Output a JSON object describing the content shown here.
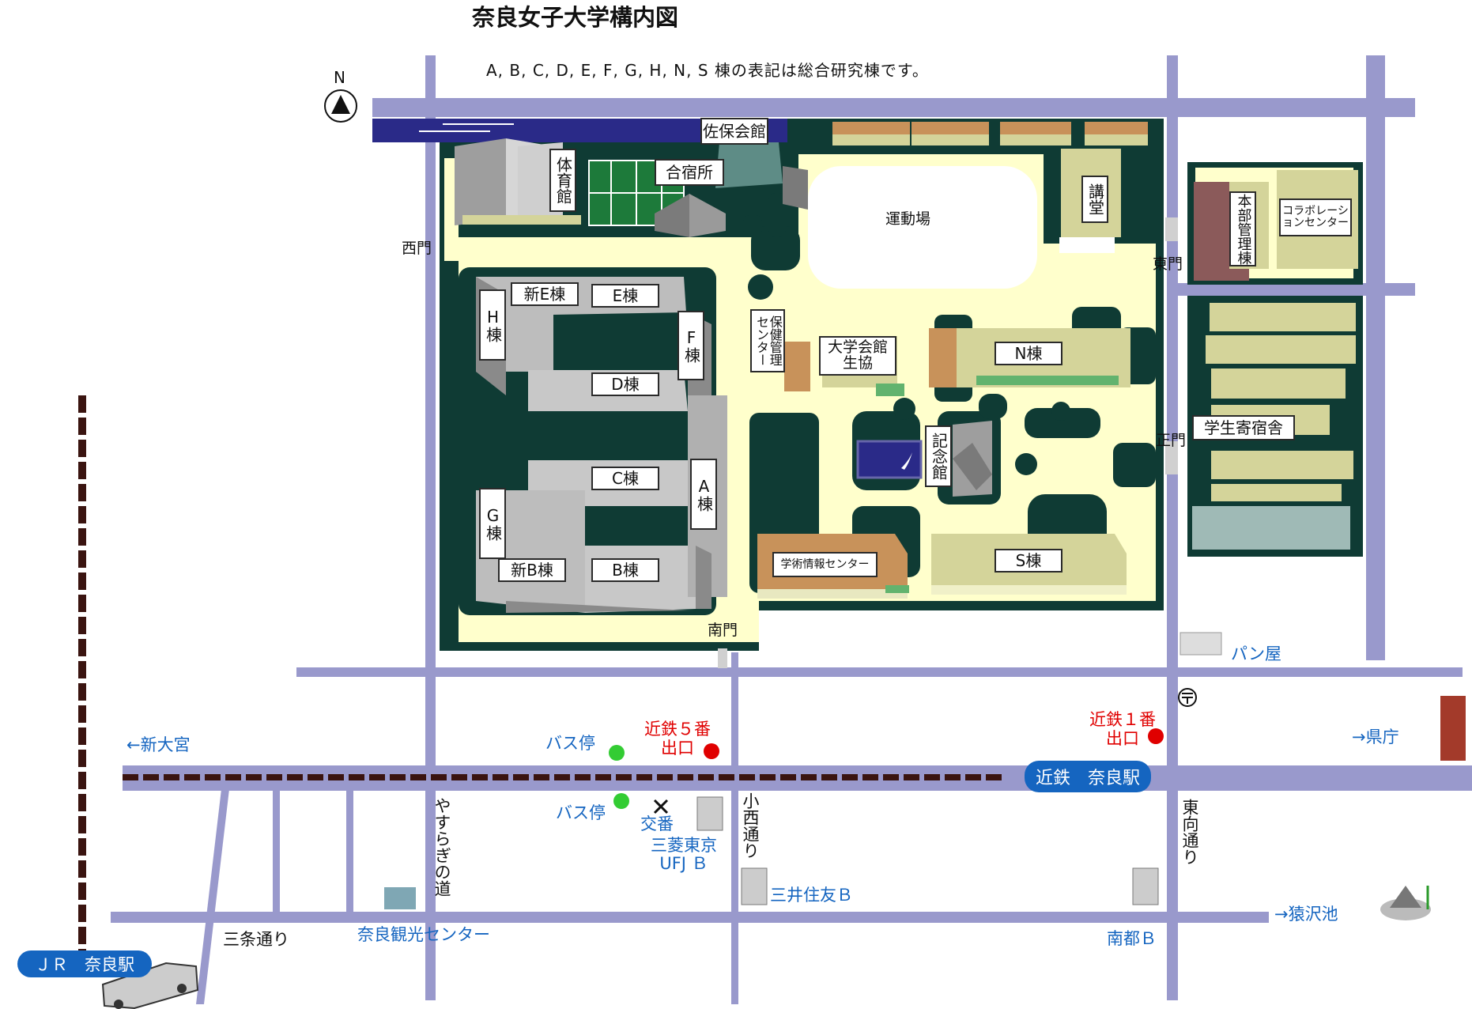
{
  "title": "奈良女子大学構内図",
  "note": "A, B, C, D, E, F, G, H, N, S 棟の表記は総合研究棟です。",
  "north": "N",
  "gates": {
    "west": "西門",
    "east": "東門",
    "main": "正門",
    "south": "南門"
  },
  "buildings": {
    "sahokaikan": "佐保会館",
    "gasshukusho": "合宿所",
    "gym": "体育館",
    "field": "運動場",
    "kodo": "講堂",
    "honbu": "本部管理棟",
    "collab": "コラボレーションセンター",
    "dormitory": "学生寄宿舎",
    "shin_e": "新E棟",
    "e": "E棟",
    "h": "H棟",
    "f": "F棟",
    "d": "D棟",
    "c": "C棟",
    "a": "A棟",
    "g": "G棟",
    "shin_b": "新B棟",
    "b": "B棟",
    "health": "保健管理センター",
    "kaikan": "大学会館\n生協",
    "n": "N棟",
    "kinenkan": "記念館",
    "info": "学術情報センター",
    "s": "S棟"
  },
  "town": {
    "bakery": "パン屋",
    "kintetsu_exit5": "近鉄５番\n出口",
    "kintetsu_exit1": "近鉄１番\n出口",
    "bus_stop_1": "バス停",
    "bus_stop_2": "バス停",
    "shin_omiya": "←新大宮",
    "kencho": "→県庁",
    "kintetsu_nara": "近鉄　奈良駅",
    "koban": "交番",
    "mufg": "三菱東京\nUFJ Ｂ",
    "konishi": "小西通り",
    "higashimuki": "東向通り",
    "yasuragi": "やすらぎの道",
    "smbc": "三井住友Ｂ",
    "sarusawa": "→猿沢池",
    "sanjo": "三条通り",
    "kanko_center": "奈良観光センター",
    "nanto": "南都Ｂ",
    "jr_nara": "ＪＲ　奈良駅"
  },
  "colors": {
    "road": "#9999cc",
    "campus_bg": "#0f3b34",
    "path": "#ffffcc",
    "river": "#2a2a88",
    "building_gray": "#bdbdbd",
    "building_khaki": "#d4d49a",
    "building_brown": "#c8925a",
    "railway": "#3a1410",
    "accent_red": "#e00000",
    "accent_blue": "#1565c0",
    "bus_green": "#33cc33"
  }
}
